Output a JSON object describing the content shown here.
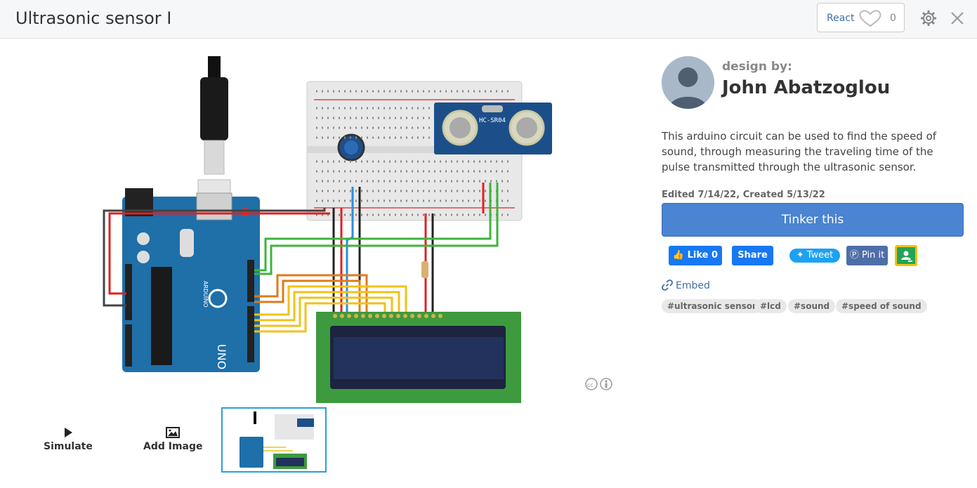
{
  "header": {
    "title": "Ultrasonic sensor I",
    "react_label": "React",
    "react_count": "0"
  },
  "tools": {
    "simulate_label": "Simulate",
    "add_image_label": "Add Image"
  },
  "author": {
    "design_by": "design by:",
    "name": "John Abatzoglou"
  },
  "description": "This arduino circuit can be used to find the speed of sound, through measuring the traveling time of the pulse transmitted through the ultrasonic sensor.",
  "edited": "Edited 7/14/22, Created 5/13/22",
  "tinker_label": "Tinker this",
  "social": {
    "like": "Like 0",
    "share": "Share",
    "tweet": "Tweet",
    "pin": "Pin it"
  },
  "embed_label": "Embed",
  "tags": [
    "#ultrasonic sensor",
    "#lcd",
    "#sound",
    "#speed of sound"
  ],
  "circuit": {
    "sensor_label": "HC-SR04",
    "board_label": "UNO",
    "board_brand": "ARDUINO"
  },
  "colors": {
    "accent_blue": "#4a84d2",
    "arduino": "#1f6fa8",
    "lcd_green": "#3e9a3e",
    "lcd_screen": "#22325c",
    "sensor_blue": "#1c4f8a"
  }
}
